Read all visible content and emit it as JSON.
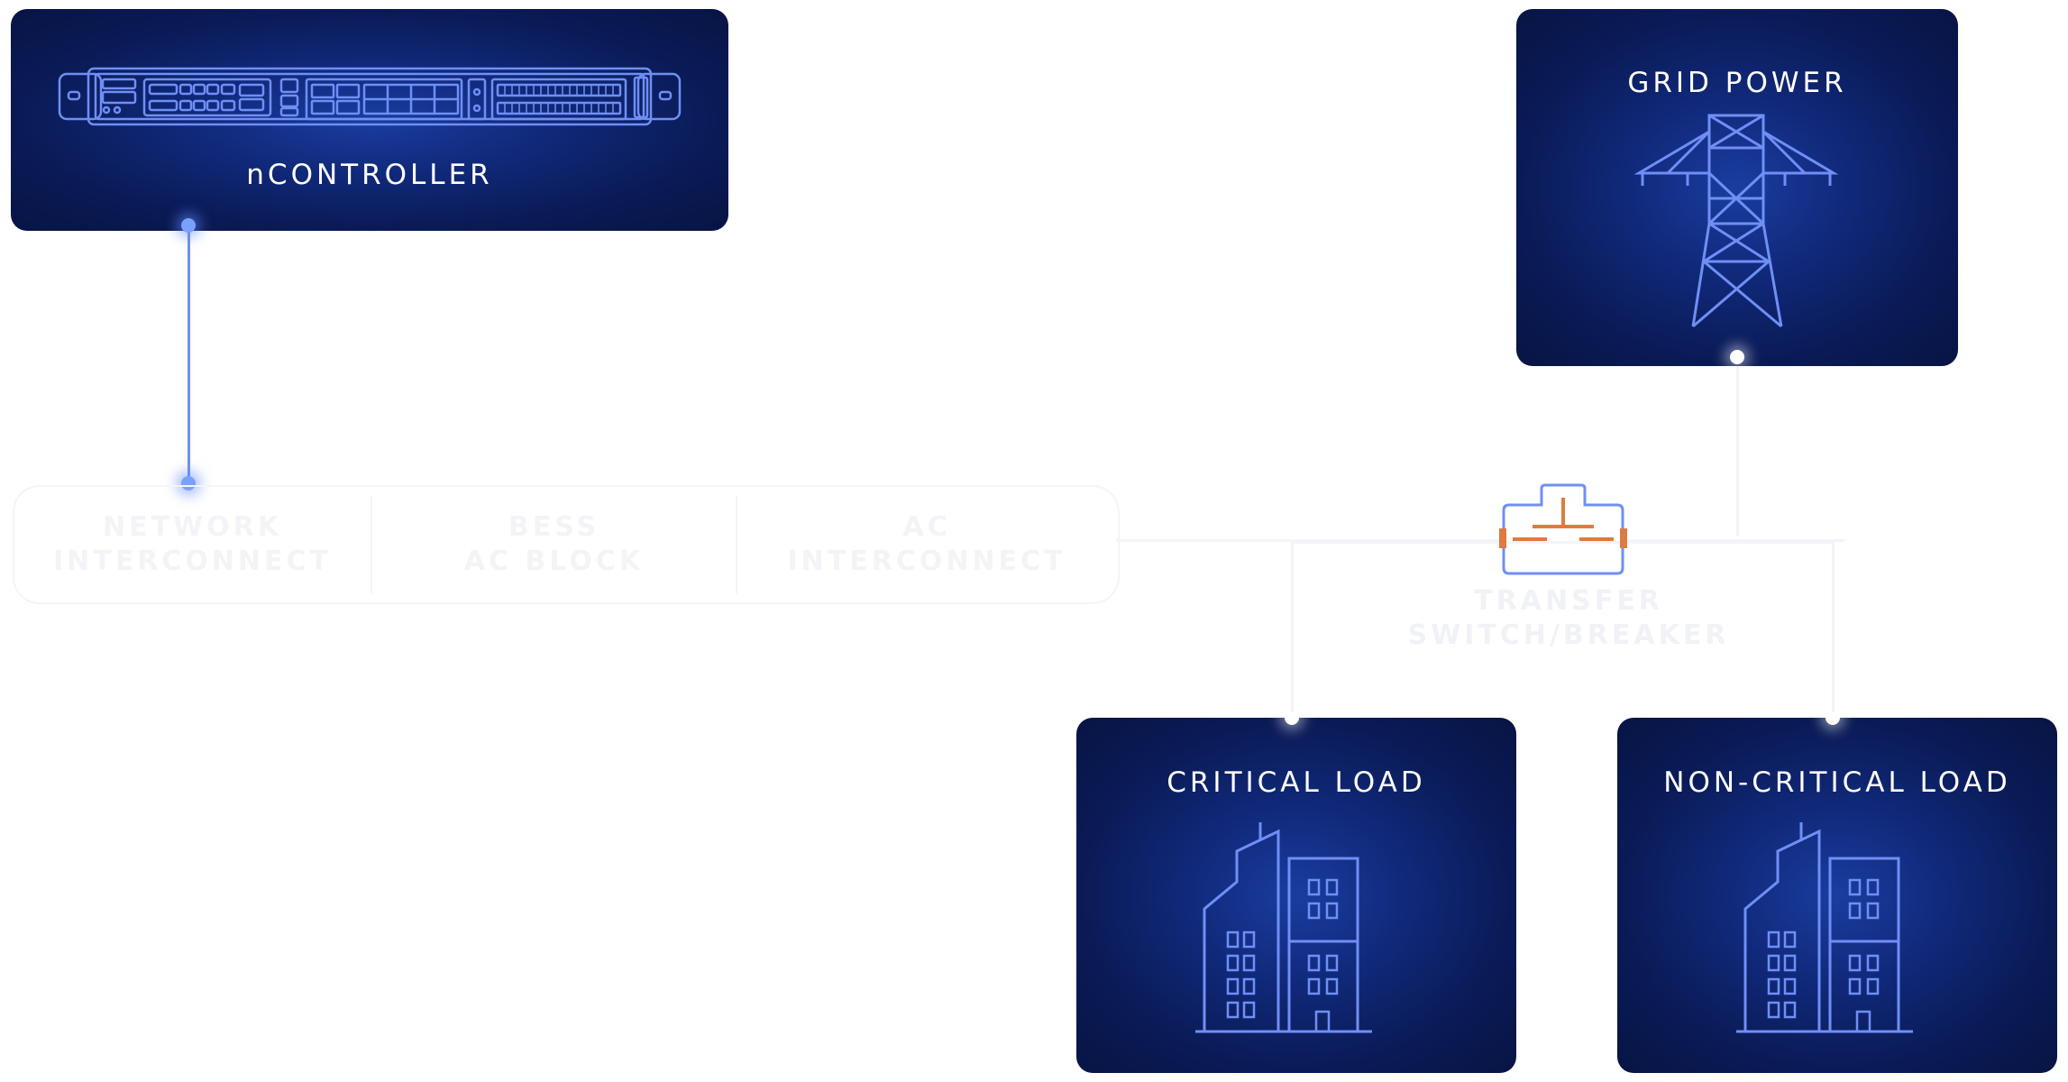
{
  "ncontroller": {
    "title": "nCONTROLLER",
    "icon": "rack-server-icon"
  },
  "grid_power": {
    "title": "GRID POWER",
    "icon": "transmission-tower-icon"
  },
  "critical_load": {
    "title": "CRITICAL LOAD",
    "icon": "buildings-icon"
  },
  "non_critical_load": {
    "title": "NON-CRITICAL LOAD",
    "icon": "buildings-icon"
  },
  "faded_row": {
    "cells": [
      {
        "line1": "NETWORK",
        "line2": "INTERCONNECT"
      },
      {
        "line1": "BESS",
        "line2": "AC BLOCK"
      },
      {
        "line1": "AC",
        "line2": "INTERCONNECT"
      }
    ]
  },
  "transfer_switch": {
    "line1": "TRANSFER",
    "line2": "SWITCH/BREAKER",
    "icon": "transfer-switch-icon"
  },
  "colors": {
    "card_dark": "#071444",
    "card_glow": "#1a3da0",
    "line_art": "#6f8ff5",
    "breaker_accent": "#e07a3f"
  }
}
